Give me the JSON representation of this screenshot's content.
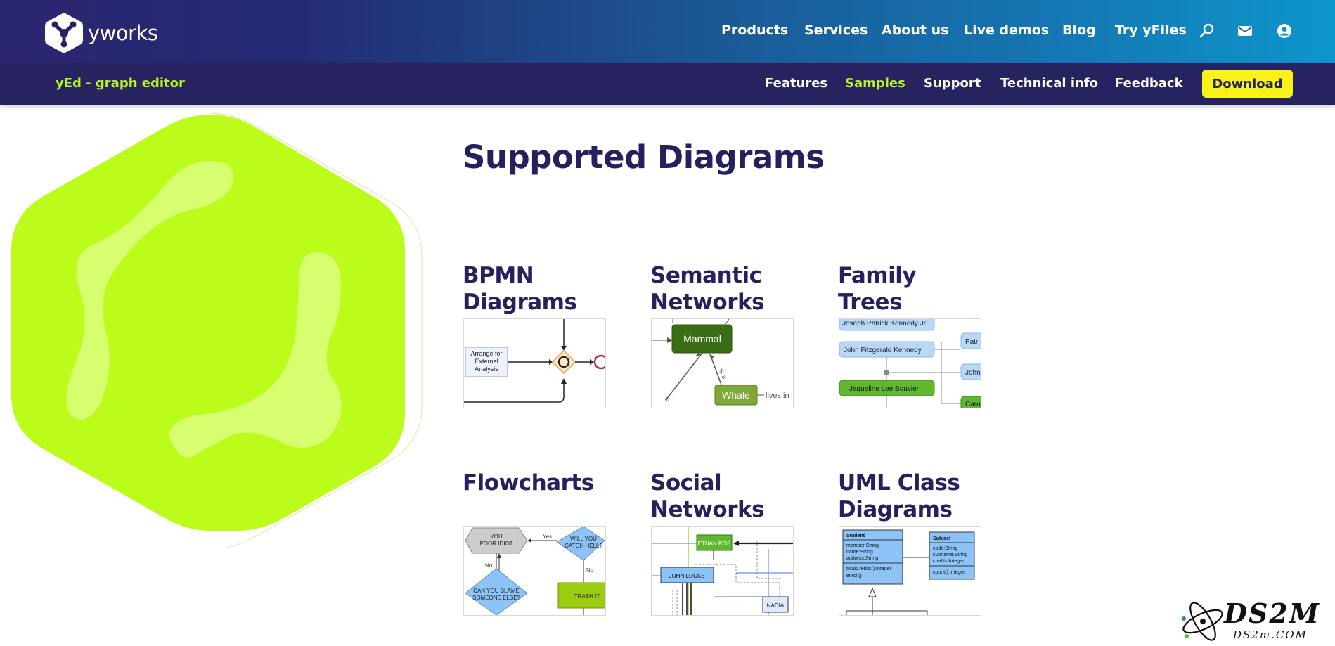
{
  "brand": {
    "name": "yworks"
  },
  "main_nav": {
    "items": [
      "Products",
      "Services",
      "About us",
      "Live demos",
      "Blog",
      "Try yFiles"
    ],
    "icons": [
      "search-icon",
      "mail-icon",
      "user-account-icon"
    ]
  },
  "sub_nav": {
    "product_title": "yEd - graph editor",
    "items": [
      "Features",
      "Samples",
      "Support",
      "Technical info",
      "Feedback"
    ],
    "active_item": "Samples",
    "download_label": "Download"
  },
  "page": {
    "title": "Supported Diagrams"
  },
  "diagrams": [
    {
      "title_lines": [
        "BPMN",
        "Diagrams"
      ],
      "thumb_text": [
        "Arrange for",
        "External",
        "Analysis"
      ]
    },
    {
      "title_lines": [
        "Semantic",
        "Networks"
      ],
      "thumb_text": [
        "Mammal",
        "Whale",
        "lives in",
        "is a",
        "a"
      ]
    },
    {
      "title_lines": [
        "Family",
        "Trees"
      ],
      "thumb_text": [
        "Joseph Patrick Kennedy Jr",
        "John Fitzgerald Kennedy",
        "Jaqueline Lee Bouvier",
        "Patri",
        "John",
        "Carol"
      ]
    },
    {
      "title_lines": [
        "Flowcharts",
        ""
      ],
      "thumb_text": [
        "YOU",
        "POOR IDIOT",
        "Yes",
        "WILL YOU",
        "CATCH HELL?",
        "No",
        "No",
        "CAN YOU BLAME",
        "SOMEONE ELSE?",
        "TRASH IT"
      ]
    },
    {
      "title_lines": [
        "Social",
        "Networks"
      ],
      "thumb_text": [
        "ETHAN ROS",
        "JOHN LOCKE",
        "NADIA"
      ]
    },
    {
      "title_lines": [
        "UML Class",
        "Diagrams"
      ],
      "thumb_text": [
        "Student",
        "member:String",
        "name:String",
        "address:String",
        "totalCredits():Integer",
        "enroll()",
        "Subject",
        "code:String",
        "subname:String",
        "credits:Integer",
        "count():Integer"
      ]
    }
  ],
  "watermark": {
    "text_large": "DS2M",
    "text_small": "DS2m.COM"
  },
  "colors": {
    "navy": "#25215f",
    "lime": "#b8f41d",
    "download_yellow": "#f8f218",
    "hero_green": "#bbfc1a"
  }
}
